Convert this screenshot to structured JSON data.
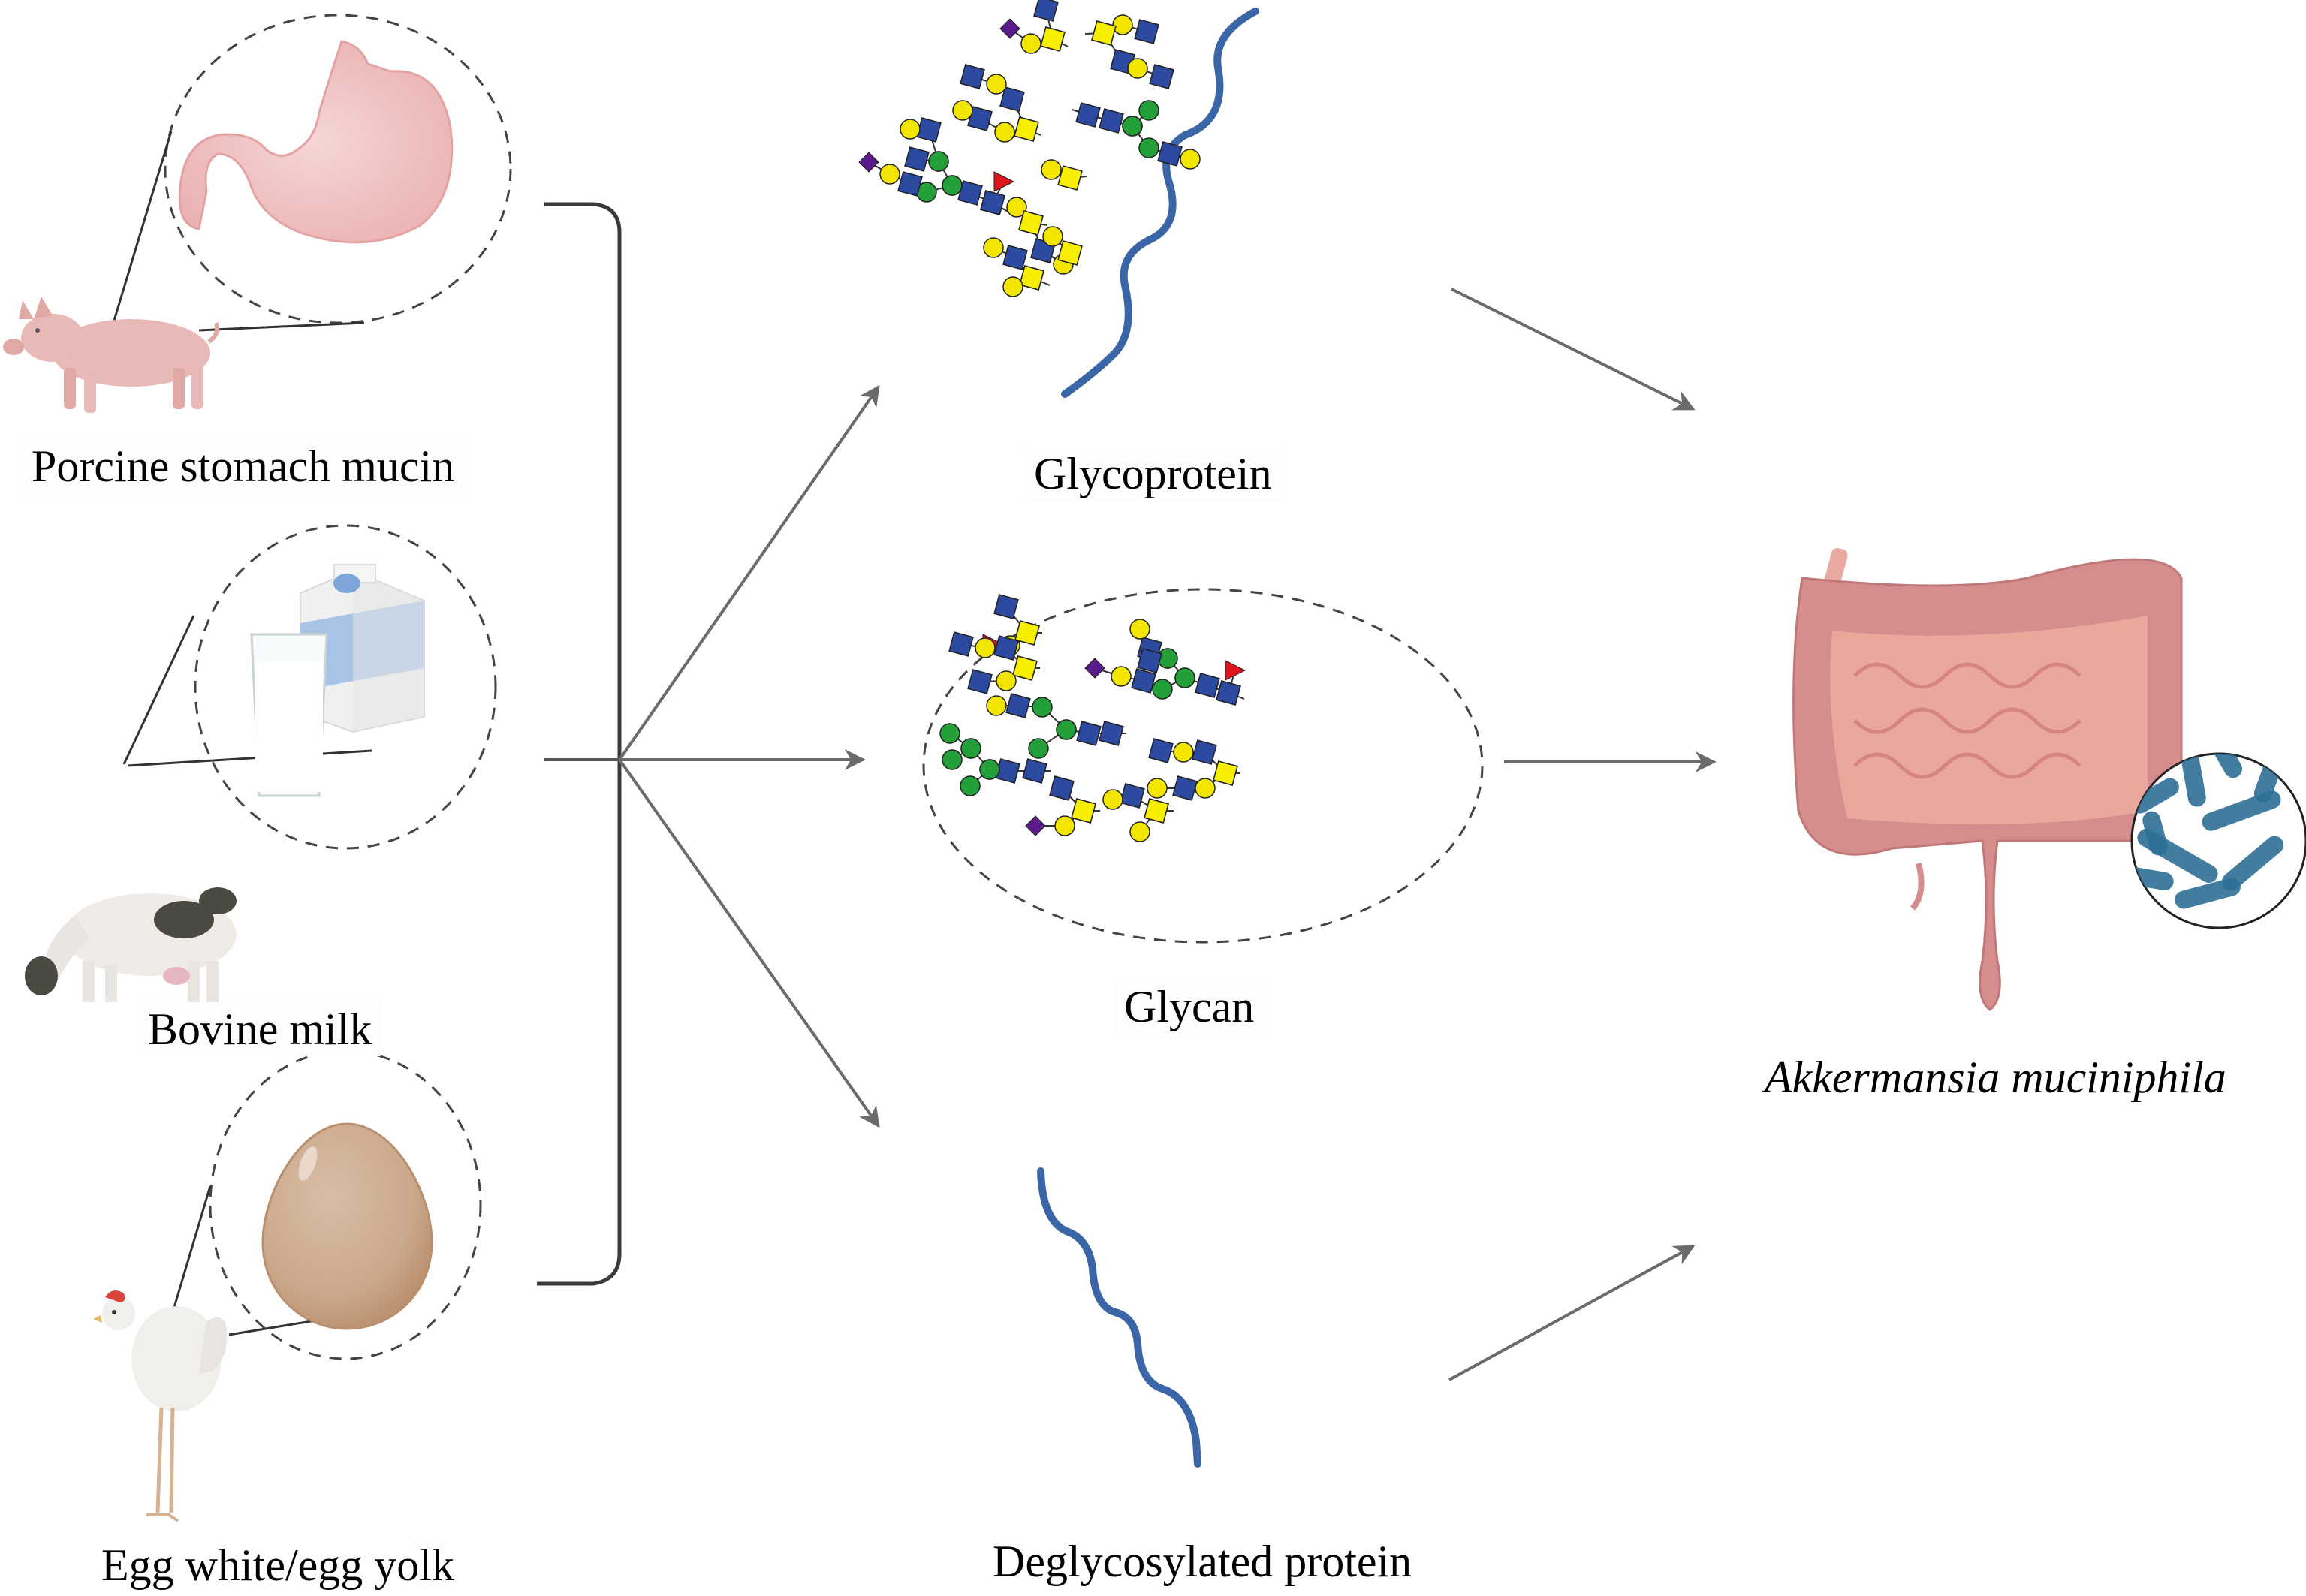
{
  "figure": {
    "sources": [
      {
        "id": "pig",
        "label": "Porcine stomach mucin",
        "source_animal": "pig",
        "product": "stomach"
      },
      {
        "id": "cow",
        "label": "Bovine milk",
        "source_animal": "cow",
        "product": "milk carton and glass"
      },
      {
        "id": "hen",
        "label": "Egg white/egg yolk",
        "source_animal": "hen",
        "product": "egg"
      }
    ],
    "intermediates": [
      {
        "id": "glycoprotein",
        "label": "Glycoprotein"
      },
      {
        "id": "glycan",
        "label": "Glycan"
      },
      {
        "id": "deglycosylated",
        "label": "Deglycosylated protein"
      }
    ],
    "target": {
      "label": "Akkermansia muciniphila",
      "organ": "intestine",
      "inset": "bacteria"
    },
    "colors": {
      "arrow": "#6b6b6b",
      "bracket": "#3a3a3a",
      "protein_backbone": "#3a66a8",
      "glcnac_square": "#2b4aa0",
      "gal_circle": "#f2e600",
      "galnac_square": "#f7ee00",
      "man_circle": "#23a03a",
      "fuc_triangle": "#e0141c",
      "sialic_diamond": "#5a1a8a",
      "stomach": "#f4c6c6",
      "intestine": "#d68d8d",
      "egg": "#cfae92",
      "bacteria": "#2e6f96"
    }
  }
}
